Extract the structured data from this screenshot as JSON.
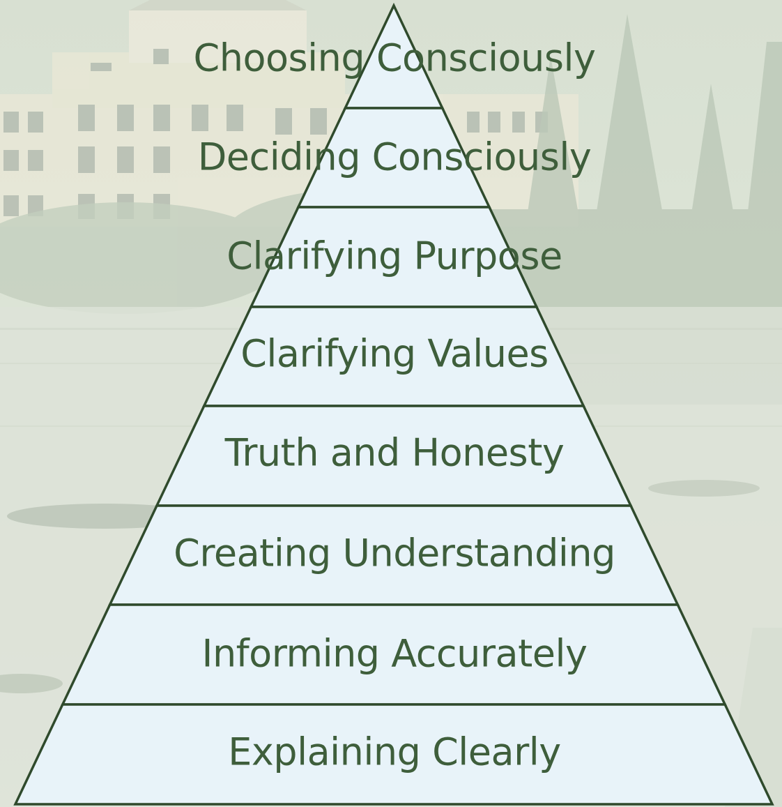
{
  "diagram": {
    "type": "pyramid",
    "tiers_top_to_bottom": [
      "Choosing Consciously",
      "Deciding Consciously",
      "Clarifying Purpose",
      "Clarifying Values",
      "Truth and Honesty",
      "Creating Understanding",
      "Informing Accurately",
      "Explaining Clearly"
    ]
  },
  "background": {
    "description_icon": "building-lake-forest-illustration"
  },
  "colors": {
    "tier_fill": "#e8f3f9",
    "tier_stroke": "#2f4a2c",
    "label_text": "#3e5e3b",
    "background_tint": "#dfe6d8"
  }
}
